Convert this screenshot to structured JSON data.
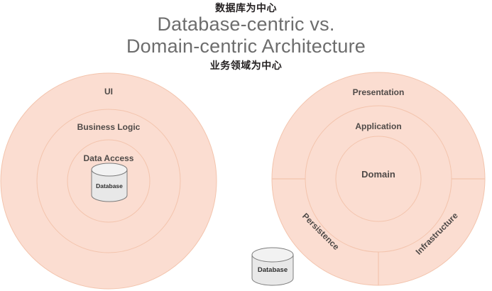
{
  "title": {
    "chinese_top": "数据库为中心",
    "line1": "Database-centric vs.",
    "line2": "Domain-centric Architecture",
    "chinese_bottom": "业务领域为中心"
  },
  "colors": {
    "ring_fill": "#fbddd1",
    "ring_stroke": "#f3c4ad",
    "label_text": "#4f4a48",
    "title_text": "#6d6d6d",
    "chinese_text": "#231f20",
    "cylinder_fill": "#e8e8e8",
    "cylinder_stroke": "#7c7c7c",
    "background": "#ffffff"
  },
  "left_diagram": {
    "name": "Database-centric Architecture",
    "layers": [
      {
        "id": "ui",
        "label": "UI"
      },
      {
        "id": "business-logic",
        "label": "Business Logic"
      },
      {
        "id": "data-access",
        "label": "Data Access"
      }
    ],
    "database": {
      "label": "Database"
    }
  },
  "right_diagram": {
    "name": "Domain-centric Architecture",
    "layers": [
      {
        "id": "presentation",
        "label": "Presentation"
      },
      {
        "id": "application",
        "label": "Application"
      },
      {
        "id": "domain",
        "label": "Domain"
      }
    ],
    "outer_segments": [
      {
        "id": "persistence",
        "label": "Persistence"
      },
      {
        "id": "infrastructure",
        "label": "Infrastructure"
      }
    ]
  },
  "external_database": {
    "label": "Database"
  }
}
